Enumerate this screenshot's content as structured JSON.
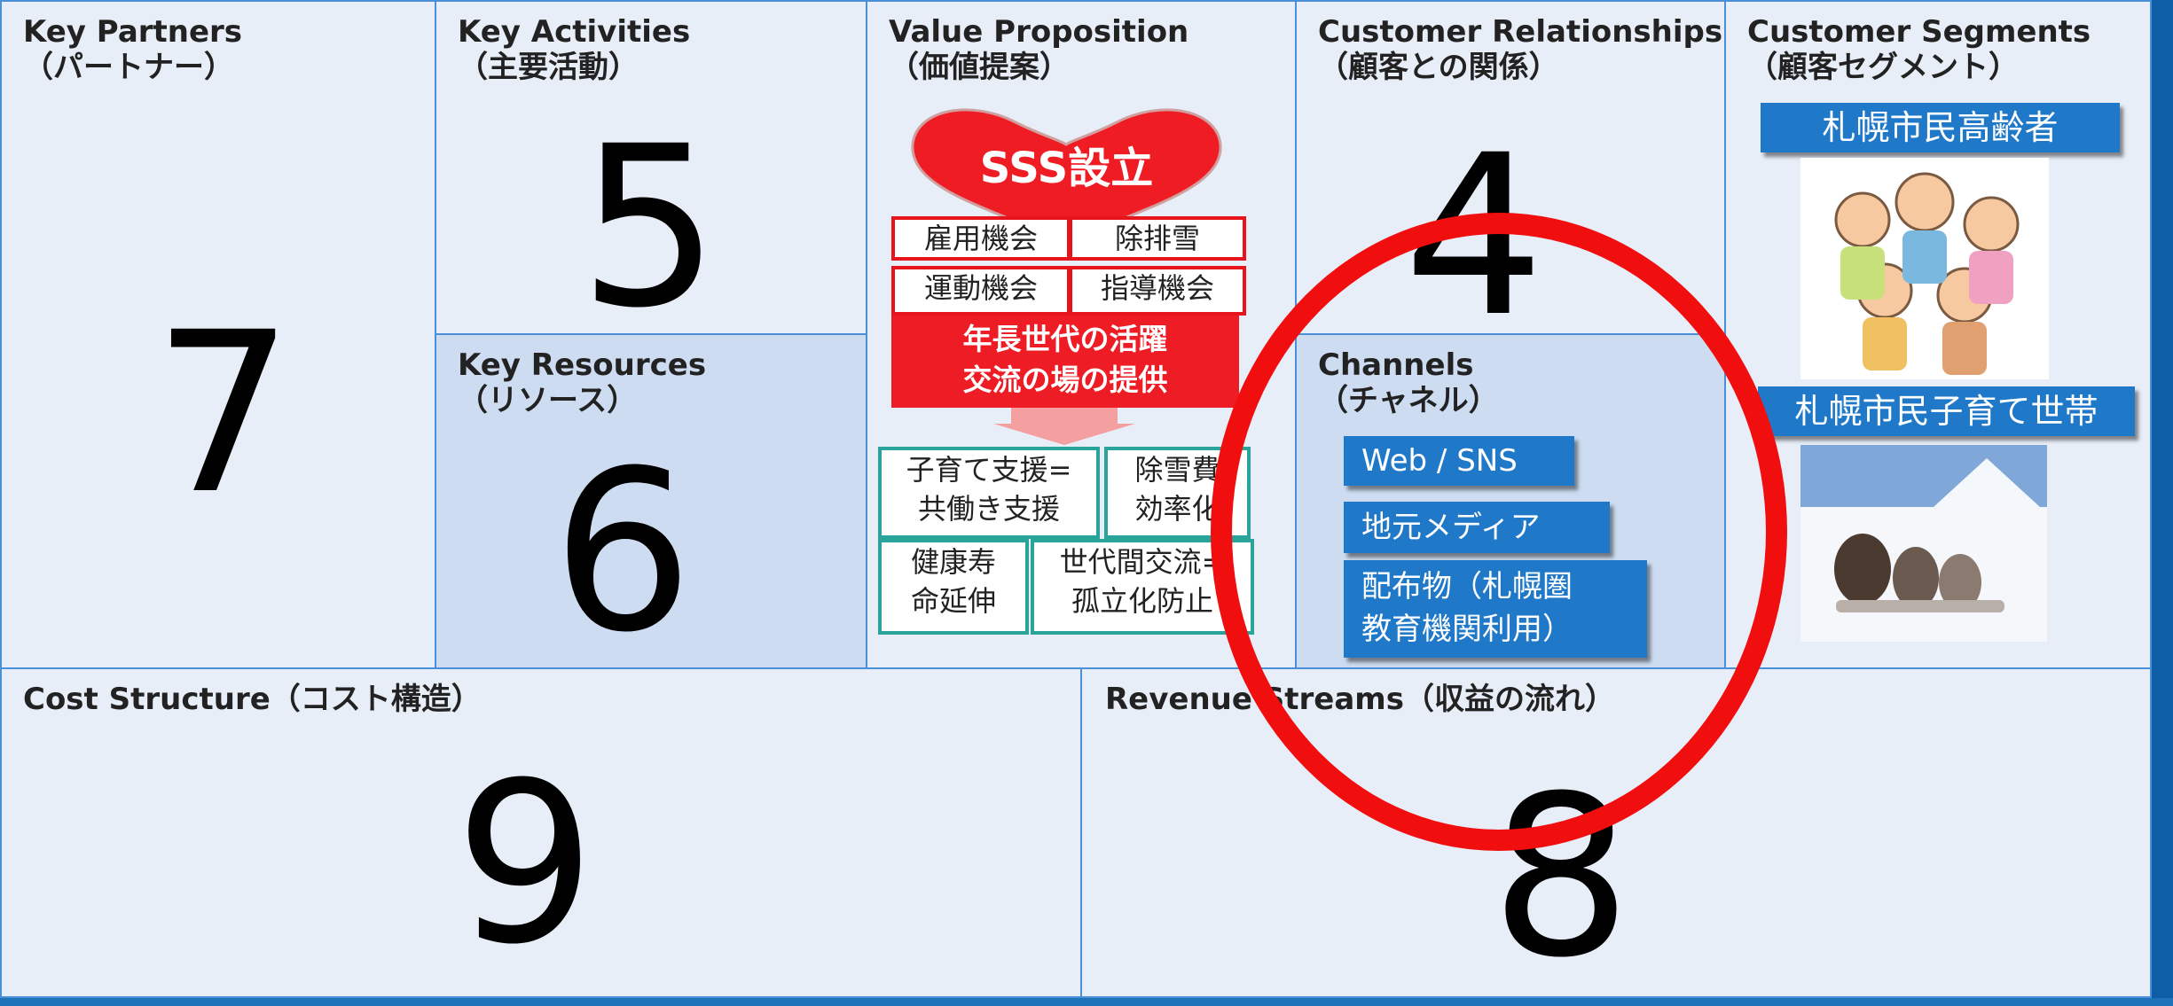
{
  "blocks": {
    "key_partners": {
      "title": "Key Partners\n（パートナー）",
      "number": "7"
    },
    "key_activities": {
      "title": "Key Activities\n（主要活動）",
      "number": "5"
    },
    "key_resources": {
      "title": "Key Resources\n（リソース）",
      "number": "6"
    },
    "value_proposition": {
      "title": "Value Proposition\n（価値提案）"
    },
    "customer_relationships": {
      "title": "Customer Relationships\n（顧客との関係）",
      "number": "4"
    },
    "channels": {
      "title": "Channels\n（チャネル）"
    },
    "customer_segments": {
      "title": "Customer Segments\n（顧客セグメント）"
    },
    "cost_structure": {
      "title": "Cost Structure（コスト構造）",
      "number": "9"
    },
    "revenue_streams": {
      "title": "Revenue Streams（収益の流れ）",
      "number": "8"
    }
  },
  "value_prop": {
    "heart_label": "SSS設立",
    "boxes": [
      "雇用機会",
      "除排雪",
      "運動機会",
      "指導機会"
    ],
    "red_banner_line1": "年長世代の活躍",
    "red_banner_line2": "交流の場の提供",
    "outcomes": [
      "子育て支援=\n共働き支援",
      "除雪費\n効率化",
      "健康寿\n命延伸",
      "世代間交流=\n孤立化防止"
    ]
  },
  "segments": [
    "札幌市民高齢者",
    "札幌市民子育て世帯"
  ],
  "channels_list": [
    "Web / SNS",
    "地元メディア",
    "配布物（札幌圏\n教育機関利用）"
  ],
  "colors": {
    "circle": "#f00e0e",
    "teal": "#2aa49a",
    "red": "#ee1c24",
    "blue": "#1f78c8"
  }
}
